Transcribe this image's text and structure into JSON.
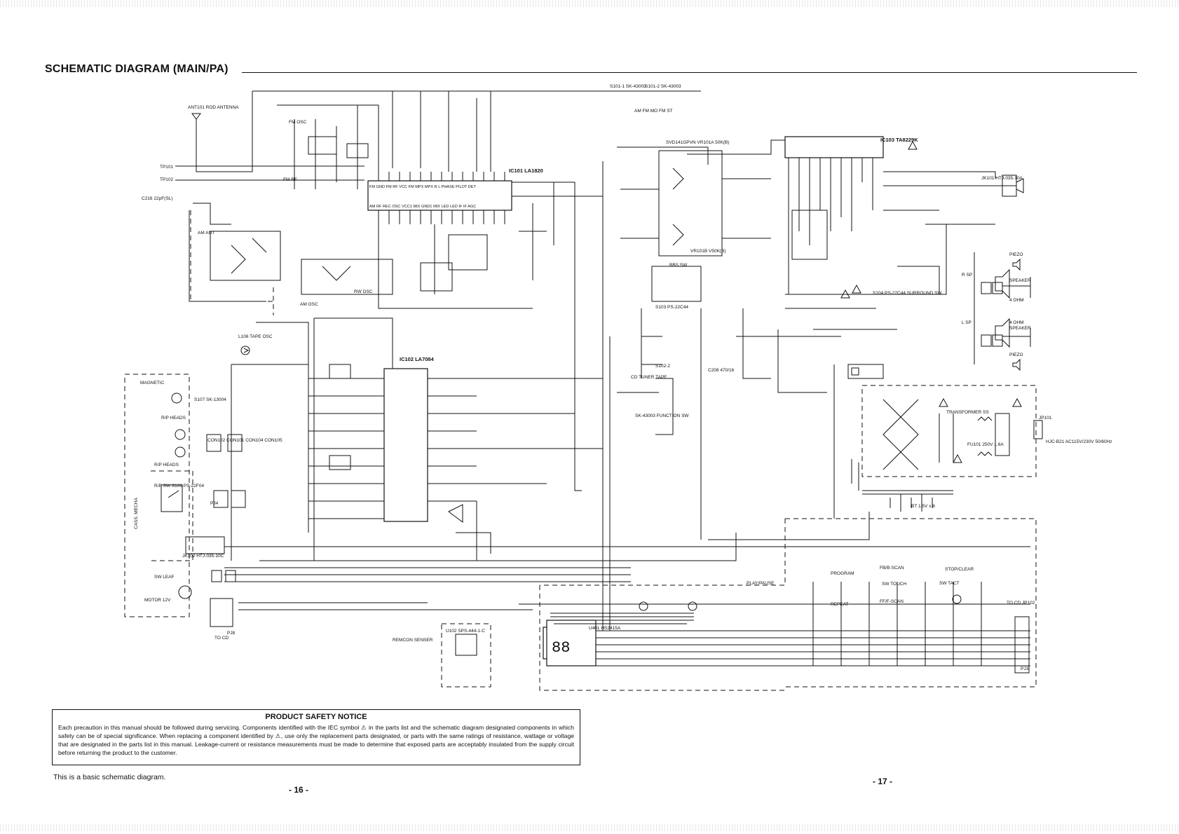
{
  "diagram": {
    "title": "SCHEMATIC DIAGRAM (MAIN/PA)",
    "labels": {
      "antenna": "ANT101 ROD ANTENNA",
      "tp101": "TP101",
      "tp102": "TP102",
      "c216": "C216 22pF(SL)",
      "ic101": "IC101 LA1820",
      "ic101_pins_top": "FM GND FM RF VCC FM MPX MPX R L PHASE PILOT DET",
      "ic101_pins_bot": "AM RF REC OSC VCC1 MIX GND1 MIX LED LED IF IF AGC",
      "ic102": "IC102 LA7084",
      "ic103": "IC103 TA8229K",
      "jk101": "JK101 HTJ-035-10A",
      "jk102": "JK102 HTJ-035-10C",
      "vr101": "SVD141GPVN VR101A 50K(B)",
      "vr101b": "VR101B V50K(B)",
      "bbs": "BBS SW",
      "s102": "S102-2",
      "func_sw": "SK-43003 FUNCTION SW",
      "s101": "S101-1 SK-43003",
      "s101b": "S101-2 SK-43003",
      "am_fm": "AM FM MO FM ST",
      "piezo": "PIEZO",
      "speaker": "SPEAKER",
      "ohm4": "4 OHM",
      "transformer": "TRANSFORMER SS",
      "jp101": "JP101",
      "ac_in": "HJC-B21 AC115V/230V 50/60Hz",
      "fuse": "FU101 250V 1.6A",
      "bt": "BT 1.5V x 8",
      "magnetic": "MAGNETIC",
      "rp_heads": "R/P HEADS",
      "rp_heads2": "R/P HEADS",
      "rp_sw": "R/P SW S106 PS-22F04",
      "cass_mecha": "CASS. MECHA",
      "sw_leaf": "SW LEAF",
      "motor": "MOTOR 12V",
      "remcon": "REMCON SENSER",
      "u102": "U102 SPS-444-1-C",
      "u401": "U401 HS2415A",
      "display": "88",
      "play_pause": "PLAY/PAUSE",
      "program": "PROGRAM",
      "repeat": "REPEAT",
      "fb_scan": "FB/B-SCAN",
      "ff_scan": "FF/F-SCAN",
      "stop_clear": "STOP/CLEAR",
      "sw_touch": "SW TOUCH",
      "sw_tact": "SW TACT",
      "to_cd": "TO CD JP102",
      "to_cd2": "TO CD",
      "pj8": "PJ8",
      "pj3": "PJ3",
      "s107": "S107 SK-13004",
      "surround": "S104 PS-22C44 SURROUND SW",
      "s103": "S103 PS-22C44",
      "cd_tuner_tape": "CD TUNER TAPE",
      "l_sp": "L SP",
      "r_sp": "R SP",
      "tape_osc": "L106 TAPE OSC",
      "fm_osc": "FM OSC",
      "fm_rf": "FM RF",
      "am_osc": "AM OSC",
      "am_ant": "AM ANT",
      "rw_osc": "RW OSC",
      "c208": "C208 470/16",
      "con_labels": "CON102 CON101 CON104 CON105",
      "pj4": "PJ4"
    }
  },
  "notice": {
    "title": "PRODUCT SAFETY NOTICE",
    "body": "Each precaution in this manual should be followed during servicing. Components identified with the IEC symbol ⚠ in the parts list and the schematic diagram designated components in which safety can be of special significance. When replacing a component identified by ⚠, use only the replacement parts designated, or parts with the same ratings of resistance, wattage or voltage that are designated in the parts list in this manual. Leakage-current or resistance measurements must be made to determine that exposed parts are acceptably insulated from the supply circuit before returning the product to the customer."
  },
  "footer": {
    "basic_note": "This is a basic schematic diagram.",
    "page_left": "- 16 -",
    "page_right": "- 17 -"
  }
}
